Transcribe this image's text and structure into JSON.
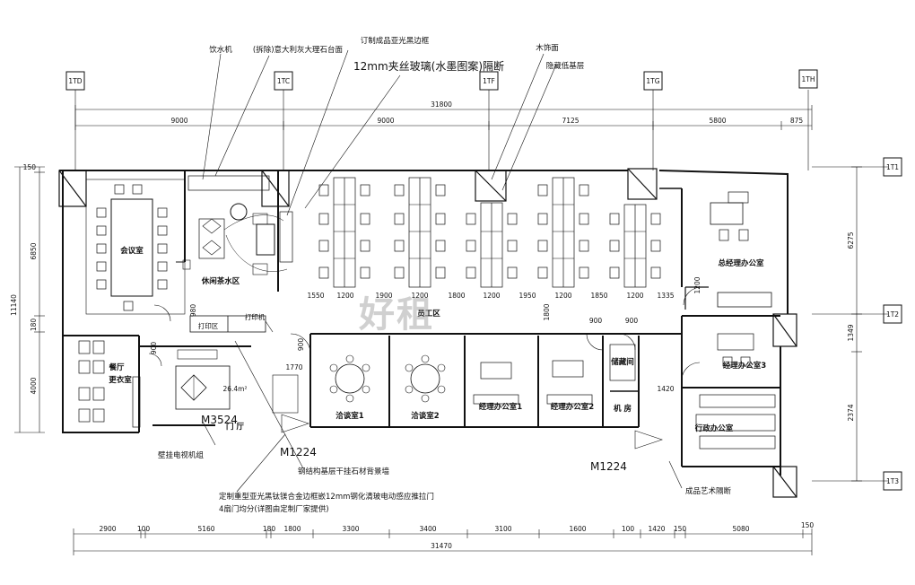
{
  "grid_axes": {
    "top": [
      "1TD",
      "1TC",
      "1TF",
      "1TG",
      "1TH"
    ],
    "right": [
      "1T1",
      "1T2",
      "1T3"
    ]
  },
  "dimensions": {
    "top_total": "31800",
    "top_segments": [
      "9000",
      "9000",
      "7125",
      "5800",
      "875"
    ],
    "bottom_total": "31470",
    "bottom_segments": [
      "2900",
      "100",
      "5160",
      "180",
      "1800",
      "3300",
      "3400",
      "3100",
      "1600",
      "100",
      "1420",
      "150",
      "5080",
      "150"
    ],
    "left_segments": [
      "150",
      "6850",
      "180",
      "4000"
    ],
    "left_total": "11140",
    "right_segments": [
      "6275",
      "1349",
      "2374"
    ],
    "inner_widths": [
      "1550",
      "1200",
      "1900",
      "1200",
      "1800",
      "1200",
      "1950",
      "1200",
      "1850",
      "1200",
      "1335",
      "1200",
      "1800"
    ],
    "misc": [
      "980",
      "900",
      "900",
      "900",
      "1770",
      "1420",
      "900"
    ]
  },
  "rooms": {
    "meeting": "会议室",
    "tea_area": "休闲茶水区",
    "print_area": "打印区",
    "printer": "打印机",
    "staff_area": "员工区",
    "gm_office": "总经理办公室",
    "dining": "餐厅",
    "changing": "更衣室",
    "reception": "门 厅",
    "area_tag": "26.4m²",
    "negotiation_1": "洽谈室1",
    "negotiation_2": "洽谈室2",
    "manager_1": "经理办公室1",
    "manager_2": "经理办公室2",
    "storage": "储藏间",
    "machine_room": "机 房",
    "manager_3": "经理办公室3",
    "admin_office": "行政办公室"
  },
  "door_codes": {
    "main_entry": "M3524",
    "door_a": "M1224",
    "door_b": "M1224"
  },
  "annotations": {
    "water_dispenser": "饮水机",
    "marble_counter": "(拆除)意大利灰大理石台面",
    "wall_panel": "订制成品亚光黑边框",
    "glass": "12mm夹丝玻璃(水墨图案)隔断",
    "wood_finish": "木饰面",
    "ceiling": "隐藏低基层",
    "wall_tv": "壁挂电视机组",
    "stone_wall": "钢结构基层干挂石材背景墙",
    "door_note_1": "定制重型亚光黑钛镁合金边框嵌12mm钢化清玻电动感应推拉门",
    "door_note_2": "4扇门均分(详图由定制厂家提供)",
    "art_wall": "成品艺术隔断"
  },
  "watermark": "好租"
}
